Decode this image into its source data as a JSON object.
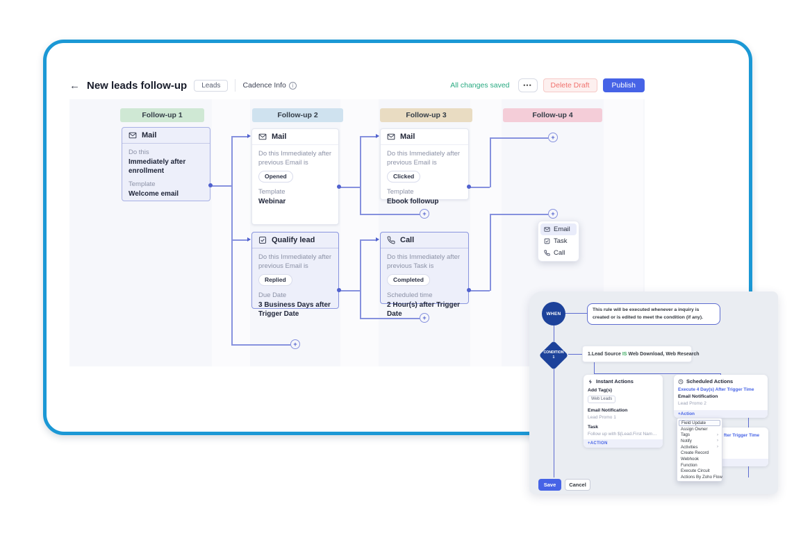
{
  "header": {
    "back_icon": "←",
    "title": "New leads follow-up",
    "module_chip": "Leads",
    "cadence_info_label": "Cadence Info",
    "status_text": "All changes saved",
    "more_label": "•••",
    "delete_draft_label": "Delete Draft",
    "publish_label": "Publish"
  },
  "columns": [
    {
      "label": "Follow-up 1",
      "color": "#cfe8d4"
    },
    {
      "label": "Follow-up 2",
      "color": "#cfe2ef"
    },
    {
      "label": "Follow-up 3",
      "color": "#e9dcc2"
    },
    {
      "label": "Follow-up 4",
      "color": "#f4cdd8"
    }
  ],
  "cards": {
    "mail1": {
      "title": "Mail",
      "label1": "Do this",
      "value1": "Immediately after enrollment",
      "label2": "Template",
      "value2": "Welcome email"
    },
    "mail2": {
      "title": "Mail",
      "condition": "Do this Immediately after previous Email is",
      "chip": "Opened",
      "label": "Template",
      "value": "Webinar"
    },
    "mail3": {
      "title": "Mail",
      "condition": "Do this Immediately after previous Email is",
      "chip": "Clicked",
      "label": "Template",
      "value": "Ebook followup"
    },
    "task1": {
      "title": "Qualify lead",
      "condition": "Do this Immediately after previous Email is",
      "chip": "Replied",
      "label": "Due Date",
      "value": "3 Business Days after Trigger Date"
    },
    "call1": {
      "title": "Call",
      "condition": "Do this Immediately after previous Task is",
      "chip": "Completed",
      "label": "Scheduled time",
      "value": "2 Hour(s) after Trigger Date"
    }
  },
  "popup_menu": {
    "items": [
      {
        "label": "Email"
      },
      {
        "label": "Task"
      },
      {
        "label": "Call"
      }
    ]
  },
  "rule_panel": {
    "when_label": "WHEN",
    "when_text": "This rule will be executed whenever a inquiry is created or is edited to meet the condition (if any).",
    "condition_label": "CONDITION",
    "condition_number": "1",
    "condition_prefix": "1.Lead Source",
    "condition_operator": "IS",
    "condition_suffix": "Web Download, Web Research",
    "instant": {
      "title": "Instant Actions",
      "tag_label": "Add Tag(s)",
      "tag_chip": "Web Leads",
      "email_label": "Email Notification",
      "email_value": "Lead Promo 1",
      "task_label": "Task",
      "task_value": "Follow up with ${Lead.First Name}...",
      "action_link": "+ACTION"
    },
    "scheduled": {
      "title": "Scheduled Actions",
      "execute_text": "Execute 4 Day(s) After Trigger Time",
      "email_label": "Email Notification",
      "email_value": "Lead Promo 2",
      "action_link": "+Action"
    },
    "scheduled2": {
      "visible_text": "fter Trigger Time"
    },
    "dropdown": {
      "items": [
        {
          "label": "Field Update",
          "submenu": false
        },
        {
          "label": "Assign Owner",
          "submenu": false
        },
        {
          "label": "Tags",
          "submenu": true
        },
        {
          "label": "Notify",
          "submenu": true
        },
        {
          "label": "Activities",
          "submenu": true
        },
        {
          "label": "Create Record",
          "submenu": false
        },
        {
          "label": "Webhook",
          "submenu": false
        },
        {
          "label": "Function",
          "submenu": false
        },
        {
          "label": "Execute Circuit",
          "submenu": false
        },
        {
          "label": "Actions By Zoho Flow",
          "submenu": false
        }
      ]
    },
    "save_label": "Save",
    "cancel_label": "Cancel"
  },
  "colors": {
    "frame_blue": "#1b98d5",
    "accent_blue": "#4663e6",
    "connector_blue": "#8691de",
    "deep_blue": "#1d429a",
    "saved_green": "#27a980",
    "operator_green": "#3aaa5f",
    "delete_red": "#f0716d",
    "col1": "#cfe8d4",
    "col2": "#cfe2ef",
    "col3": "#e9dcc2",
    "col4": "#f4cdd8"
  }
}
